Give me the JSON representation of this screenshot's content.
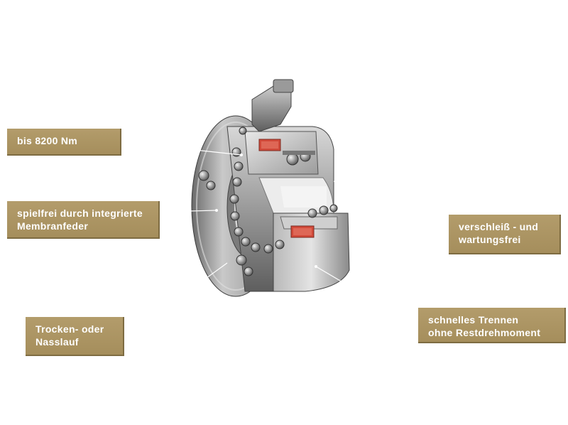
{
  "callouts": {
    "torque": {
      "line1": "bis 8200 Nm"
    },
    "backlash": {
      "line1": "spielfrei durch integrierte",
      "line2": "Membranfeder"
    },
    "lubrication": {
      "line1": "Trocken- oder",
      "line2": "Nasslauf"
    },
    "wear": {
      "line1": "verschleiß - und",
      "line2": "wartungsfrei"
    },
    "disconnect": {
      "line1": "schnelles Trennen",
      "line2": "ohne Restdrehmoment"
    }
  },
  "colors": {
    "callout_background": "#a99260",
    "callout_text": "#ffffff",
    "sensor_window": "#d24a3a",
    "metal_light": "#cfcfcf",
    "metal_dark": "#5a5a5a"
  },
  "icons": {
    "product": "safety-coupling-cutaway-image"
  }
}
